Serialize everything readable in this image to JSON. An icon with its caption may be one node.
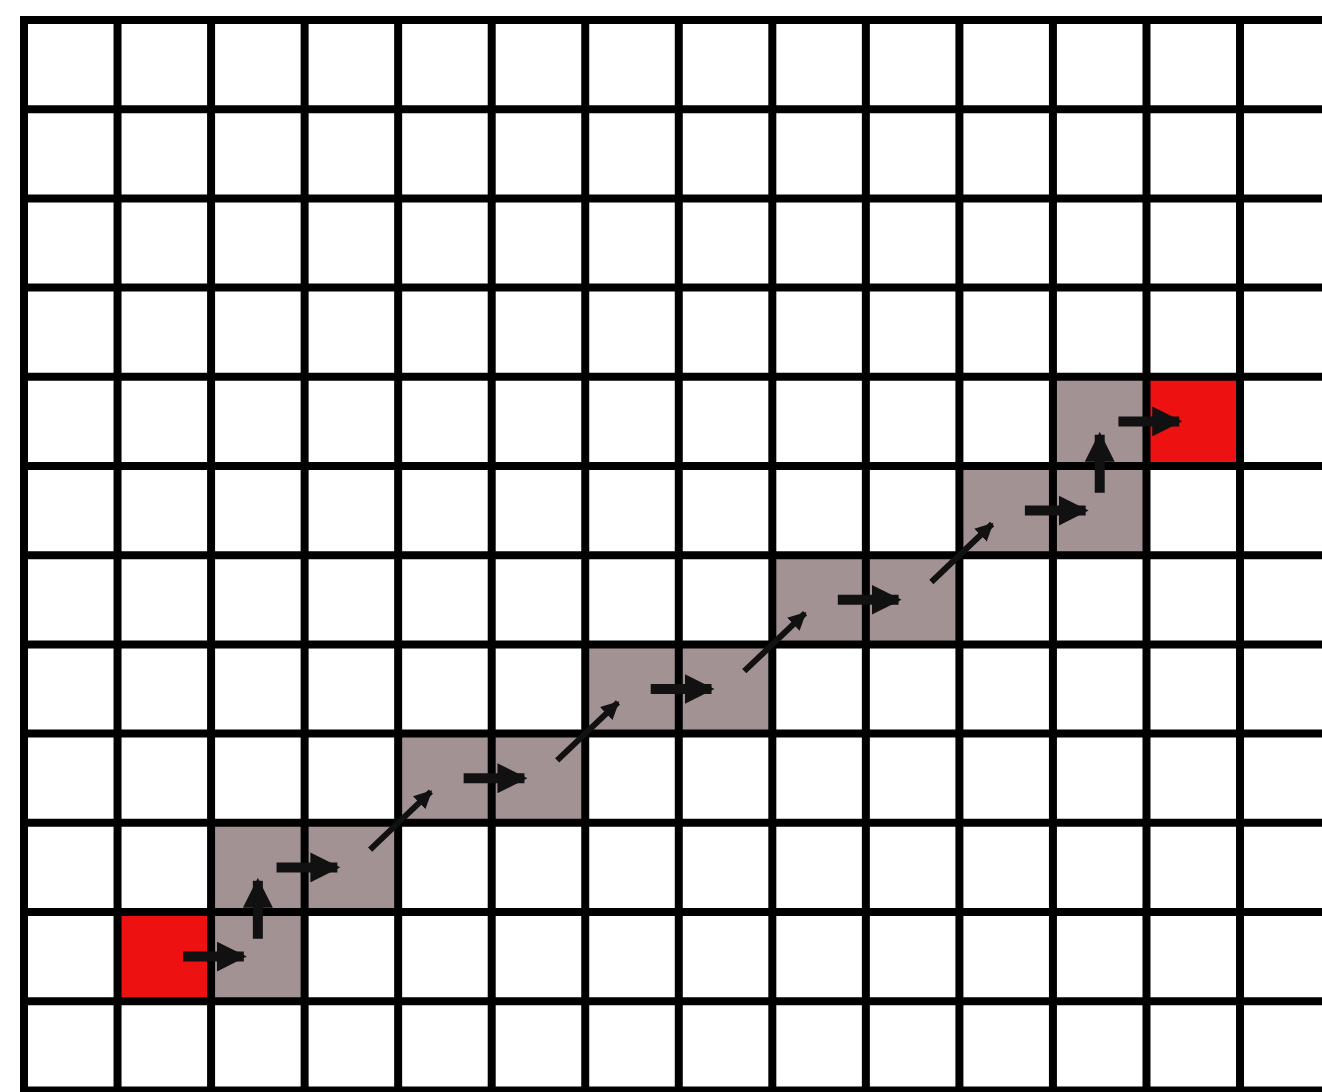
{
  "diagram": {
    "nodes": [
      {
        "text": [],
        "shape": "box"
      },
      {
        "text": [],
        "shape": "box"
      },
      {
        "text": [],
        "shape": "box"
      },
      {
        "text": [],
        "shape": "box"
      },
      {
        "text": [],
        "shape": "box"
      },
      {
        "text": [],
        "shape": "box"
      },
      {
        "text": [],
        "shape": "box"
      },
      {
        "text": [],
        "shape": "box"
      },
      {
        "text": [],
        "shape": "box"
      },
      {
        "text": [],
        "shape": "box"
      },
      {
        "text": [],
        "shape": "box"
      },
      {
        "text": [],
        "shape": "box"
      },
      {
        "text": [],
        "shape": "box"
      },
      {
        "text": [],
        "shape": "box"
      }
    ],
    "edges": [
      {
        "from": 0,
        "to": 1,
        "arrow": "to"
      },
      {
        "from": 1,
        "to": 2,
        "arrow": "to"
      },
      {
        "from": 2,
        "to": 3,
        "arrow": "to"
      },
      {
        "from": 3,
        "to": 4,
        "arrow": "to"
      },
      {
        "from": 4,
        "to": 5,
        "arrow": "to"
      },
      {
        "from": 5,
        "to": 6,
        "arrow": "to"
      },
      {
        "from": 6,
        "to": 7,
        "arrow": "to"
      },
      {
        "from": 7,
        "to": 8,
        "arrow": "to"
      },
      {
        "from": 8,
        "to": 9,
        "arrow": "to"
      },
      {
        "from": 9,
        "to": 10,
        "arrow": "to"
      },
      {
        "from": 10,
        "to": 11,
        "arrow": "to"
      },
      {
        "from": 11,
        "to": 12,
        "arrow": "to"
      },
      {
        "from": 12,
        "to": 13,
        "arrow": "to"
      }
    ]
  }
}
